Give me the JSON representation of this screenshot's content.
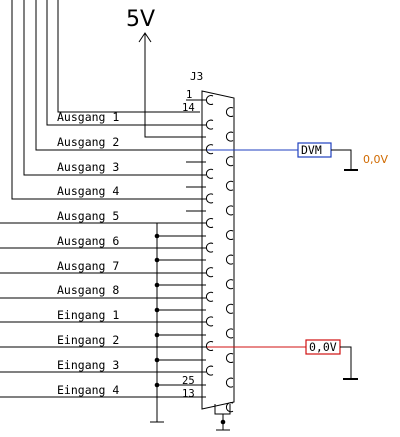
{
  "power": {
    "label": "5V"
  },
  "connector": {
    "ref": "J3",
    "pin_top_1": "1",
    "pin_top_2": "14",
    "pin_bottom_1": "25",
    "pin_bottom_2": "13"
  },
  "signals": [
    "Ausgang 1",
    "Ausgang 2",
    "Ausgang 3",
    "Ausgang 4",
    "Ausgang 5",
    "Ausgang 6",
    "Ausgang 7",
    "Ausgang 8",
    "Eingang 1",
    "Eingang 2",
    "Eingang 3",
    "Eingang 4"
  ],
  "dvm": {
    "label": "DVM",
    "reading": "0,0V",
    "wire_color": "#1f3fbf",
    "reading_color": "#d06a00"
  },
  "probe": {
    "label": "0,0V",
    "wire_color": "#d01010"
  }
}
